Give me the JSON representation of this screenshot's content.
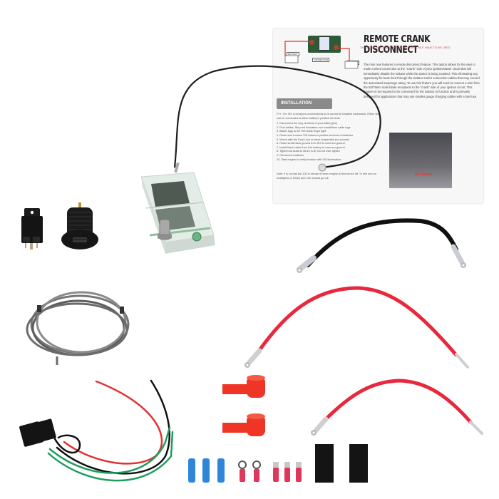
{
  "image": {
    "subject": "Remote crank disconnect battery isolator kit",
    "background": "#ffffff"
  },
  "instruction_sheet": {
    "title": "REMOTE CRANK DISCONNECT",
    "subtitle": "THIS FUNCTION IS AN OPTION AND DOES NOT HAVE TO BE USED",
    "body": "The mini now features a remote disconnect feature. This option allows for the user to make a wired connection to the \"Crank\" side of your ignition/starter circuit that will immediately disable the isolator while the starter is being cranked. This eliminating any opportunity for back feed through the isolator and/or connection cables that may exceed the associated amperage rating. To use this feature you will need to connect a wire from the 5/8\"/6mm male blade receptacle to the \"crank\" side of your ignition circuit. This feature is not required to be connected for the isolator to function and is primarily designed for applications that may use smaller gauge charging cables with a low fuse.",
    "diagram_labels": [
      "BATTERY",
      "CONNECTION",
      "BATTERY"
    ],
    "install_heading": "INSTALLATION INSTRUCTIONS",
    "install_intro": "FYI: The SIS is designed unidirectional so it cannot be installed backwards. Either stud can be connected to either battery's positive terminal.",
    "install_steps": [
      "1. Disconnect the neg. terminal of your battery(ies)",
      "2. Find cables. Strip red insulators over small/6mm cable lugs",
      "3. Attach lugs to the SIS studs finger tight",
      "4. Route and connect SIS between positive terminal of batteries",
      "5. Mount with the Dual Lock or leave suspended (no screws)",
      "6. Route small black ground from SIS to common ground",
      "7. Install black cable from 2nd battery to common ground",
      "8. Tighten all studs to 35-45 in-lb. Do not over tighten",
      "9. Reconnect batteries",
      "10. Start engine to verify function with SIS illumination"
    ],
    "note": "Note: It is normal for LED to remain lit when engine is first turned off. To test turn on headlights or briefly and LED should go out.",
    "photo_label": "bat blade"
  },
  "components": [
    {
      "name": "Dual battery isolator module",
      "color": "#d9e8dc"
    },
    {
      "name": "Relay",
      "color": "#1a1a1a"
    },
    {
      "name": "USB panel socket",
      "color": "#1a1a1a"
    },
    {
      "name": "Grey wire coil",
      "color": "#6e6e6e"
    },
    {
      "name": "Black battery cable with lugs",
      "color": "#111111"
    },
    {
      "name": "Red battery cable (long)",
      "color": "#e8283c"
    },
    {
      "name": "Red battery cable (short)",
      "color": "#e8283c"
    },
    {
      "name": "Red terminal boots",
      "quantity": 2,
      "color": "#ee3526"
    },
    {
      "name": "Relay harness with red/black/green wires",
      "color": "#111111"
    },
    {
      "name": "Blue female spade connectors",
      "quantity": 3,
      "color": "#2f86d8"
    },
    {
      "name": "Red ring terminals",
      "quantity": 2,
      "color": "#e0365a"
    },
    {
      "name": "Red female spade connectors",
      "quantity": 3,
      "color": "#e0365a"
    },
    {
      "name": "Dual lock fastener strips",
      "quantity": 2,
      "color": "#141414"
    }
  ]
}
